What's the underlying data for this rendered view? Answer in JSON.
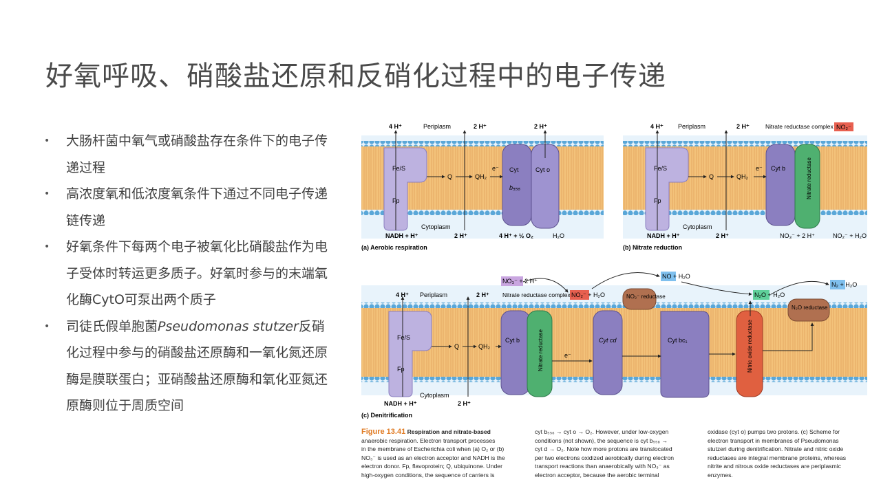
{
  "slide": {
    "title": "好氧呼吸、硝酸盐还原和反硝化过程中的电子传递",
    "bullets": [
      "大肠杆菌中氧气或硝酸盐存在条件下的电子传递过程",
      "高浓度氧和低浓度氧条件下通过不同电子传递链传递",
      "好氧条件下每两个电子被氧化比硝酸盐作为电子受体时转运更多质子。好氧时参与的末端氧化酶CytO可泵出两个质子",
      {
        "pre": "司徒氏假单胞菌",
        "italic": "Pseudomonas stutzer",
        "post": "反硝化过程中参与的硝酸盐还原酶和一氧化氮还原酶是膜联蛋白；亚硝酸盐还原酶和氧化亚氮还原酶则位于周质空间"
      }
    ]
  },
  "figure": {
    "colors": {
      "membrane_head": "#6fb5e0",
      "membrane_tail": "#f0b870",
      "enzyme_purple": "#8b7fc0",
      "enzyme_green": "#4fb070",
      "enzyme_red": "#e06040",
      "enzyme_brown": "#b07050",
      "highlight_yellow": "#ffee22"
    },
    "panel_a": {
      "caption": "(a) Aerobic respiration",
      "periplasm": "Periplasm",
      "cytoplasm": "Cytoplasm",
      "h_top": [
        "4 H⁺",
        "2 H⁺",
        "2 H⁺"
      ],
      "fes": "Fe/S",
      "fp": "Fp",
      "q": "Q",
      "qh2": "QH₂",
      "e": "e⁻",
      "cyt": "Cyt",
      "b556": "b₅₅₆",
      "cyto": "Cyt o",
      "nadh": "NADH + H⁺",
      "h_bottom": "2 H⁺",
      "o2": "4 H⁺ + ½ O₂",
      "h2o": "H₂O"
    },
    "panel_b": {
      "caption": "(b) Nitrate reduction",
      "periplasm": "Periplasm",
      "cytoplasm": "Cytoplasm",
      "h_top": [
        "4 H⁺",
        "2 H⁺"
      ],
      "complex": "Nitrate reductase complex",
      "no2_top": "NO₂⁻",
      "fes": "Fe/S",
      "fp": "Fp",
      "q": "Q",
      "qh2": "QH₂",
      "e": "e⁻",
      "cytb": "Cyt b",
      "reductase": "Nitrate reductase",
      "nadh": "NADH + H⁺",
      "h_bottom": "2 H⁺",
      "no3": "NO₃⁻ + 2 H⁺",
      "no2_bottom": "NO₂⁻ + H₂O"
    },
    "panel_c": {
      "caption": "(c) Denitrification",
      "periplasm": "Periplasm",
      "cytoplasm": "Cytoplasm",
      "h4": "4 H⁺",
      "h2": "2 H⁺",
      "no3": "NO₃⁻ + 2 H⁺",
      "complex": "Nitrate reductase complex",
      "no2": "NO₂⁻ + H₂O",
      "no": "NO + H₂O",
      "n2o": "N₂O + H₂O",
      "n2": "N₂ + H₂O",
      "no2_red": "NO₂⁻ reductase",
      "n2o_red": "N₂O reductase",
      "fes": "Fe/S",
      "fp": "Fp",
      "q": "Q",
      "qh2": "QH₂",
      "e": "e⁻",
      "cytb": "Cyt b",
      "nitrate_red": "Nitrate reductase",
      "cytcd": "Cyt cd",
      "cytbc1": "Cyt bc₁",
      "nitric": "Nitric oxide reductase",
      "nadh": "NADH + H⁺",
      "h_bottom": "2 H⁺"
    }
  },
  "caption": {
    "figure_label": "Figure 13.41",
    "col1": [
      "Respiration and nitrate-based",
      "anaerobic respiration. Electron transport processes",
      "in the membrane of Escherichia coli when (a) O₂ or (b)",
      "NO₃⁻ is used as an electron acceptor and NADH is the",
      "electron donor. Fp, flavoprotein; Q, ubiquinone. Under",
      "high-oxygen conditions, the sequence of carriers is"
    ],
    "col2": [
      "cyt b₅₅₆ → cyt o → O₂. However, under low-oxygen",
      "conditions (not shown), the sequence is cyt b₅₅₈ →",
      "cyt d → O₂. Note how more protons are translocated",
      "per two electrons oxidized aerobically during electron",
      "transport reactions than anaerobically with NO₃⁻ as",
      "electron acceptor, because the aerobic terminal"
    ],
    "col3": [
      "oxidase (cyt o) pumps two protons. (c) Scheme for",
      "electron transport in membranes of Pseudomonas",
      "stutzeri during denitrification. Nitrate and nitric oxide",
      "reductases are integral membrane proteins, whereas",
      "nitrite and nitrous oxide reductases are periplasmic",
      "enzymes."
    ]
  }
}
